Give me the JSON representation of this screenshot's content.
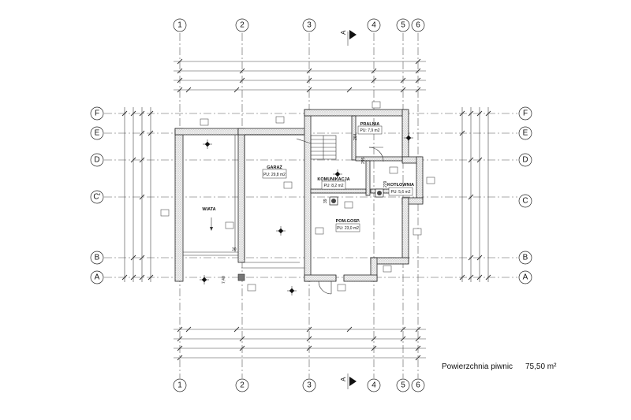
{
  "axes": {
    "vertical": [
      "1",
      "2",
      "3",
      "4",
      "5",
      "6"
    ],
    "horizontal": [
      "F",
      "E",
      "D",
      "C'",
      "B",
      "A"
    ],
    "right_horizontal": [
      "F",
      "E",
      "D",
      "C",
      "B",
      "A"
    ]
  },
  "section_marker": "A",
  "rooms": [
    {
      "name": "GARAŻ",
      "area": "PU: 29,8 m2"
    },
    {
      "name": "KOMUNIKACJA",
      "area": "PU: 8,2 m2"
    },
    {
      "name": "PRALNIA",
      "area": "PU: 7,9 m2"
    },
    {
      "name": "KOTŁOWNIA",
      "area": "PU: 5,6 m2"
    },
    {
      "name": "POM.GOSP.",
      "area": "PU: 23,0 m2"
    },
    {
      "name": "WIATA",
      "area": ""
    }
  ],
  "dimensions": [
    "264",
    "295",
    "229",
    "39",
    "7,40",
    "30"
  ],
  "summary": {
    "label": "Powierzchnia piwnic",
    "value": "75,50 m²"
  }
}
